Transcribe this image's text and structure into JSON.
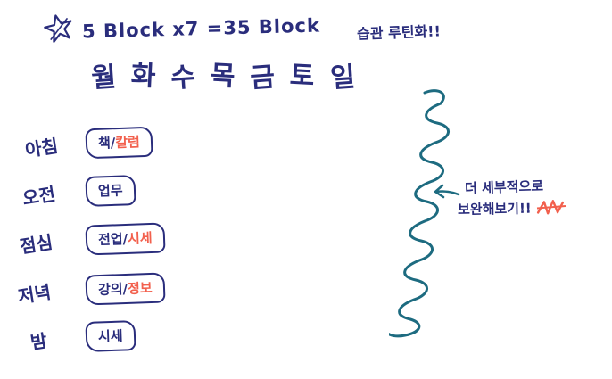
{
  "title": {
    "formula": "5 Block x7 =35 Block",
    "note": "습관 루틴화!!"
  },
  "days": [
    "월",
    "화",
    "수",
    "목",
    "금",
    "토",
    "일"
  ],
  "schedule": [
    {
      "label": "아침",
      "box_main": "책/",
      "box_accent": "칼럼"
    },
    {
      "label": "오전",
      "box_main": "업무",
      "box_accent": ""
    },
    {
      "label": "점심",
      "box_main": "전업/",
      "box_accent": "시세"
    },
    {
      "label": "저녁",
      "box_main": "강의/",
      "box_accent": "정보"
    },
    {
      "label": "밤",
      "box_main": "시세",
      "box_accent": ""
    }
  ],
  "annotation": {
    "line1": "더 세부적으로",
    "line2": "보완해보기!!"
  },
  "colors": {
    "ink": "#2a2d7c",
    "accent": "#f2604d",
    "coil": "#1d6b80",
    "background": "#ffffff"
  }
}
